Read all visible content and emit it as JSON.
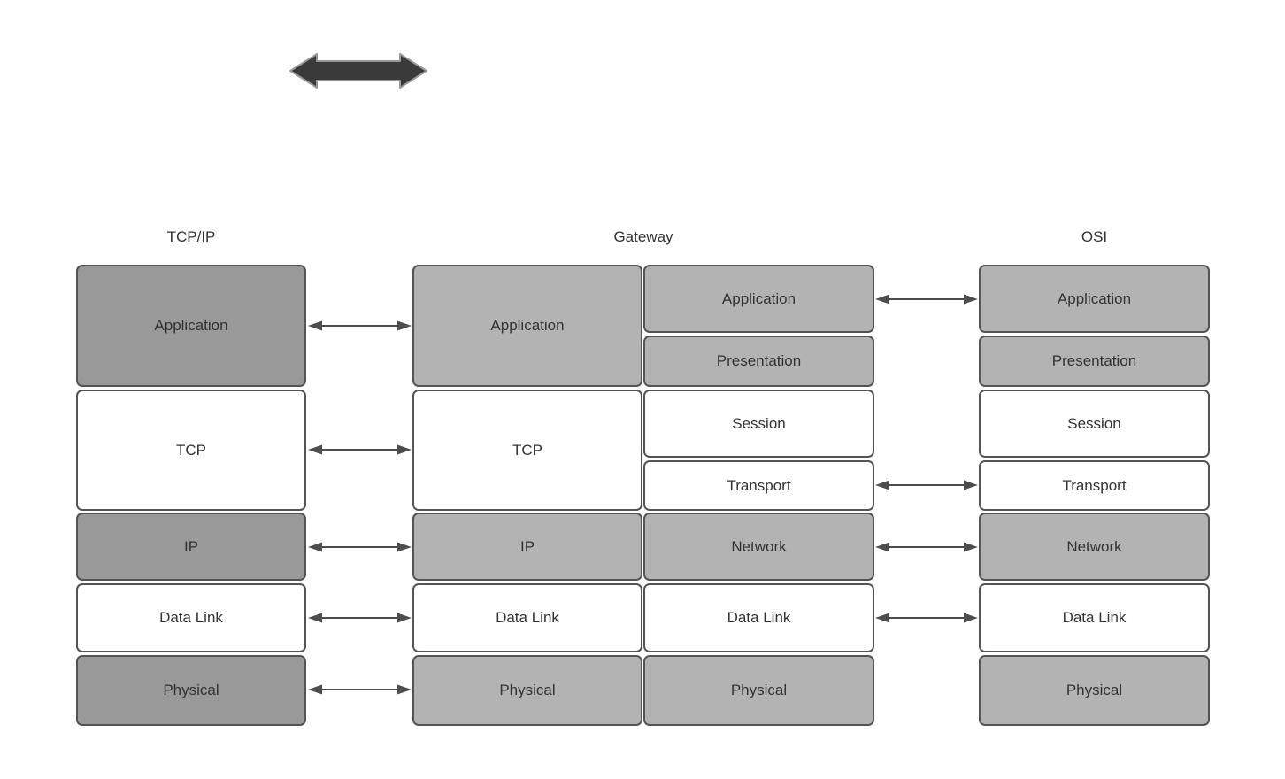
{
  "headers": {
    "tcpip": "TCP/IP",
    "gateway": "Gateway",
    "osi": "OSI"
  },
  "tcpip_layers": [
    "Application",
    "TCP",
    "IP",
    "Data Link",
    "Physical"
  ],
  "gateway_left_layers": [
    "Application",
    "TCP",
    "IP",
    "Data Link",
    "Physical"
  ],
  "gateway_right_layers": [
    "Application",
    "Presentation",
    "Session",
    "Transport",
    "Network",
    "Data Link",
    "Physical"
  ],
  "osi_layers": [
    "Application",
    "Presentation",
    "Session",
    "Transport",
    "Network",
    "Data Link",
    "Physical"
  ],
  "connectors": {
    "tcpip_to_gateway_rows": [
      "Application",
      "TCP",
      "IP",
      "Data Link",
      "Physical"
    ],
    "gateway_to_osi_rows": [
      "Application",
      "Transport",
      "Network",
      "Data Link"
    ]
  },
  "colors": {
    "background": "#ffffff",
    "dark_gray_fill": "#999999",
    "light_gray_fill": "#b3b3b3",
    "white_fill": "#ffffff",
    "box_border": "#545454",
    "label_text": "#333333",
    "connector_arrow": "#4d4d4d",
    "thick_arrow_fill": "#3a3a3a",
    "thick_arrow_stroke": "#999999"
  }
}
